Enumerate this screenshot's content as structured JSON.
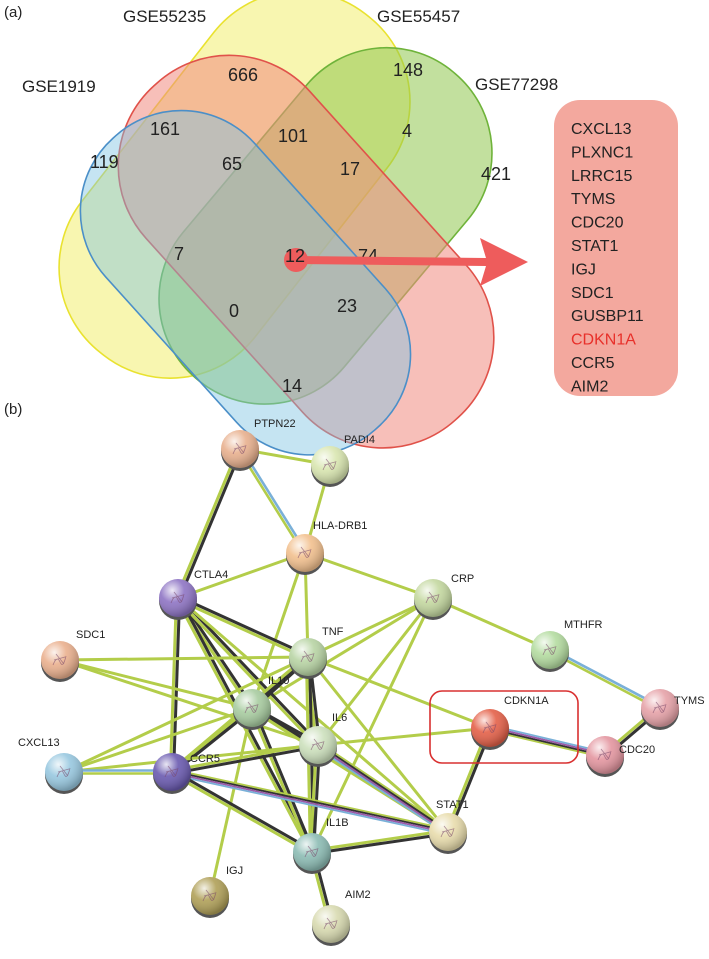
{
  "panel_a": {
    "label": "(a)",
    "sets": [
      "GSE1919",
      "GSE55235",
      "GSE55457",
      "GSE77298"
    ],
    "counts": {
      "c666": "666",
      "c148": "148",
      "c161": "161",
      "c101": "101",
      "c4": "4",
      "c119": "119",
      "c65": "65",
      "c17": "17",
      "c421": "421",
      "c7": "7",
      "c12": "12",
      "c74": "74",
      "c0": "0",
      "c23": "23",
      "c14": "14"
    },
    "genes": [
      "CXCL13",
      "PLXNC1",
      "LRRC15",
      "TYMS",
      "CDC20",
      "STAT1",
      "IGJ",
      "SDC1",
      "GUSBP11",
      "CDKN1A",
      "CCR5",
      "AIM2"
    ],
    "highlight_gene": "CDKN1A",
    "colors": {
      "gse1919": "#7fc3e3",
      "gse55235": "#f08a80",
      "gse55457": "#8fc74f",
      "gse77298": "#f2ef70",
      "gene_box": "#f3a89e",
      "arrow": "#ee5c5c",
      "highlight_text": "#e8302a"
    }
  },
  "panel_b": {
    "label": "(b)",
    "nodes": [
      {
        "id": "PTPN22",
        "label": "PTPN22",
        "color": "#e8b08e"
      },
      {
        "id": "PADI4",
        "label": "PADI4",
        "color": "#d9e6b0"
      },
      {
        "id": "HLA-DRB1",
        "label": "HLA-DRB1",
        "color": "#f2c08e"
      },
      {
        "id": "CTLA4",
        "label": "CTLA4",
        "color": "#8e74c4"
      },
      {
        "id": "CRP",
        "label": "CRP",
        "color": "#c4d8a0"
      },
      {
        "id": "MTHFR",
        "label": "MTHFR",
        "color": "#b4dca0"
      },
      {
        "id": "TYMS",
        "label": "TYMS",
        "color": "#e6a2a8"
      },
      {
        "id": "SDC1",
        "label": "SDC1",
        "color": "#eab08e"
      },
      {
        "id": "TNF",
        "label": "TNF",
        "color": "#b8d4a4"
      },
      {
        "id": "IL10",
        "label": "IL10",
        "color": "#a8cca0"
      },
      {
        "id": "CDKN1A",
        "label": "CDKN1A",
        "color": "#e46048"
      },
      {
        "id": "IL6",
        "label": "IL6",
        "color": "#cce0bc"
      },
      {
        "id": "CDC20",
        "label": "CDC20",
        "color": "#e496a0"
      },
      {
        "id": "CXCL13",
        "label": "CXCL13",
        "color": "#98c8e0"
      },
      {
        "id": "CCR5",
        "label": "CCR5",
        "color": "#6a5ab0"
      },
      {
        "id": "STAT1",
        "label": "STAT1",
        "color": "#e8dcac"
      },
      {
        "id": "IL1B",
        "label": "IL1B",
        "color": "#8cbcb4"
      },
      {
        "id": "IGJ",
        "label": "IGJ",
        "color": "#b0a058"
      },
      {
        "id": "AIM2",
        "label": "AIM2",
        "color": "#d8dab0"
      }
    ],
    "edges": [
      {
        "a": "PTPN22",
        "b": "PADI4",
        "type": "green"
      },
      {
        "a": "PTPN22",
        "b": "HLA-DRB1",
        "type": "greenblue"
      },
      {
        "a": "PTPN22",
        "b": "CTLA4",
        "type": "dark"
      },
      {
        "a": "PADI4",
        "b": "HLA-DRB1",
        "type": "green"
      },
      {
        "a": "HLA-DRB1",
        "b": "CTLA4",
        "type": "green"
      },
      {
        "a": "HLA-DRB1",
        "b": "CRP",
        "type": "green"
      },
      {
        "a": "HLA-DRB1",
        "b": "TNF",
        "type": "green"
      },
      {
        "a": "HLA-DRB1",
        "b": "IL10",
        "type": "green"
      },
      {
        "a": "CRP",
        "b": "MTHFR",
        "type": "green"
      },
      {
        "a": "CRP",
        "b": "TNF",
        "type": "green"
      },
      {
        "a": "CRP",
        "b": "IL6",
        "type": "green"
      },
      {
        "a": "CRP",
        "b": "IL10",
        "type": "green"
      },
      {
        "a": "CRP",
        "b": "IL1B",
        "type": "green"
      },
      {
        "a": "MTHFR",
        "b": "TYMS",
        "type": "greenblue"
      },
      {
        "a": "TYMS",
        "b": "CDC20",
        "type": "dark"
      },
      {
        "a": "CDC20",
        "b": "CDKN1A",
        "type": "multi"
      },
      {
        "a": "CDKN1A",
        "b": "STAT1",
        "type": "dark"
      },
      {
        "a": "CDKN1A",
        "b": "IL6",
        "type": "green"
      },
      {
        "a": "CTLA4",
        "b": "TNF",
        "type": "dark"
      },
      {
        "a": "CTLA4",
        "b": "IL10",
        "type": "dark"
      },
      {
        "a": "CTLA4",
        "b": "IL6",
        "type": "dark"
      },
      {
        "a": "CTLA4",
        "b": "CCR5",
        "type": "dark"
      },
      {
        "a": "CTLA4",
        "b": "IL1B",
        "type": "dark"
      },
      {
        "a": "CTLA4",
        "b": "STAT1",
        "type": "green"
      },
      {
        "a": "SDC1",
        "b": "TNF",
        "type": "green"
      },
      {
        "a": "SDC1",
        "b": "IL6",
        "type": "green"
      },
      {
        "a": "SDC1",
        "b": "IL10",
        "type": "green"
      },
      {
        "a": "TNF",
        "b": "IL10",
        "type": "dark"
      },
      {
        "a": "TNF",
        "b": "IL6",
        "type": "dark"
      },
      {
        "a": "TNF",
        "b": "IL1B",
        "type": "dark"
      },
      {
        "a": "TNF",
        "b": "CXCL13",
        "type": "green"
      },
      {
        "a": "TNF",
        "b": "CCR5",
        "type": "dark"
      },
      {
        "a": "TNF",
        "b": "STAT1",
        "type": "green"
      },
      {
        "a": "TNF",
        "b": "CDKN1A",
        "type": "green"
      },
      {
        "a": "IL10",
        "b": "IL6",
        "type": "dark"
      },
      {
        "a": "IL10",
        "b": "IL1B",
        "type": "dark"
      },
      {
        "a": "IL10",
        "b": "CCR5",
        "type": "dark"
      },
      {
        "a": "IL10",
        "b": "CXCL13",
        "type": "green"
      },
      {
        "a": "IL10",
        "b": "STAT1",
        "type": "dark"
      },
      {
        "a": "IL10",
        "b": "IGJ",
        "type": "green"
      },
      {
        "a": "IL6",
        "b": "IL1B",
        "type": "dark"
      },
      {
        "a": "IL6",
        "b": "STAT1",
        "type": "multi"
      },
      {
        "a": "IL6",
        "b": "CXCL13",
        "type": "green"
      },
      {
        "a": "IL6",
        "b": "CCR5",
        "type": "dark"
      },
      {
        "a": "CXCL13",
        "b": "CCR5",
        "type": "greenblue"
      },
      {
        "a": "CCR5",
        "b": "STAT1",
        "type": "multi"
      },
      {
        "a": "CCR5",
        "b": "IL1B",
        "type": "dark"
      },
      {
        "a": "STAT1",
        "b": "IL1B",
        "type": "dark"
      },
      {
        "a": "IL1B",
        "b": "AIM2",
        "type": "dark"
      }
    ],
    "highlight_node": "CDKN1A",
    "colors": {
      "edge_green": "#b3cd4a",
      "edge_dark": "#333333",
      "edge_blue": "#7ab0d8",
      "edge_purple": "#9b5aa8",
      "highlight_box": "#d93030"
    }
  }
}
